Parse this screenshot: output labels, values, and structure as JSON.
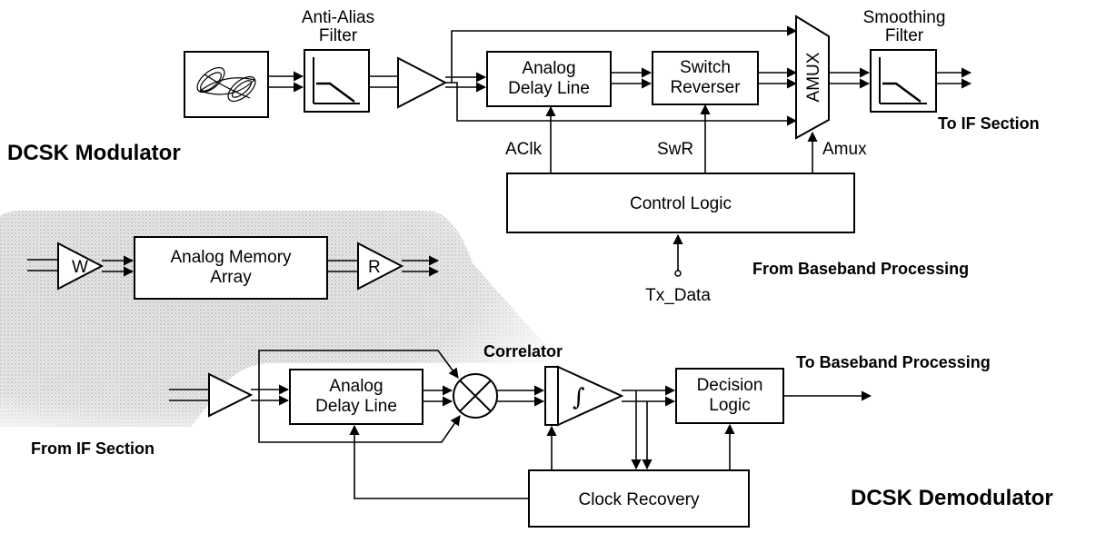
{
  "modulator": {
    "title": "DCSK Modulator",
    "anti_alias_line1": "Anti-Alias",
    "anti_alias_line2": "Filter",
    "delay_line1": "Analog",
    "delay_line2": "Delay Line",
    "switch_line1": "Switch",
    "switch_line2": "Reverser",
    "amux": "AMUX",
    "smoothing_line1": "Smoothing",
    "smoothing_line2": "Filter",
    "to_if": "To IF Section",
    "aclk": "AClk",
    "swr": "SwR",
    "amux_signal": "Amux",
    "control_logic": "Control Logic",
    "from_baseband": "From Baseband Processing",
    "tx_data": "Tx_Data"
  },
  "memory_inset": {
    "w": "W",
    "memory_line1": "Analog Memory",
    "memory_line2": "Array",
    "r": "R"
  },
  "demodulator": {
    "title": "DCSK Demodulator",
    "from_if": "From IF Section",
    "delay_line1": "Analog",
    "delay_line2": "Delay Line",
    "correlator": "Correlator",
    "integral": "∫",
    "decision_line1": "Decision",
    "decision_line2": "Logic",
    "to_baseband": "To Baseband Processing",
    "clock_recovery": "Clock Recovery"
  }
}
